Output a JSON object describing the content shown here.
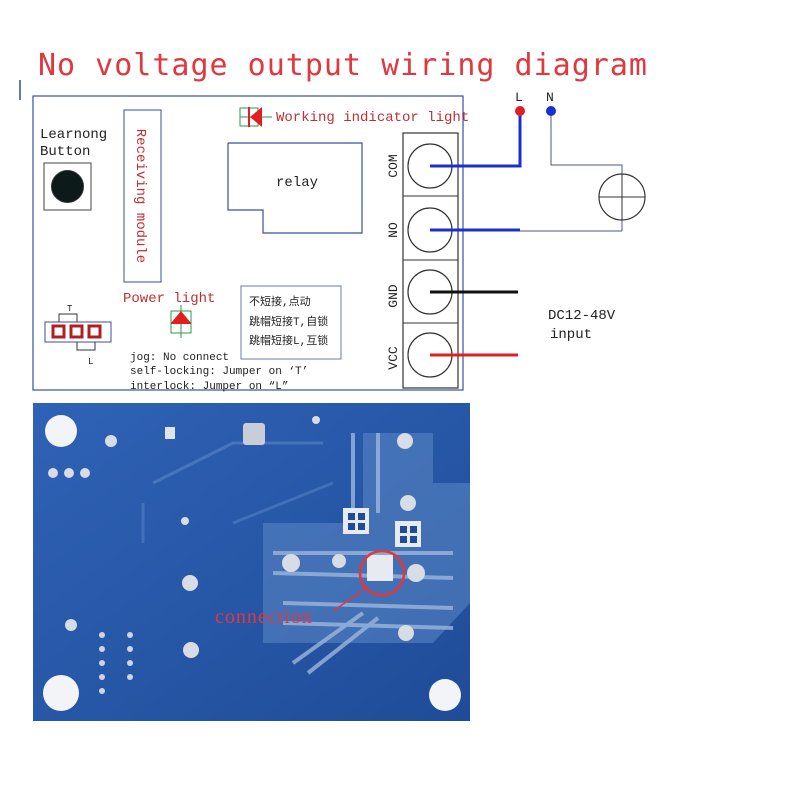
{
  "title": "No voltage output wiring diagram",
  "learn_button": {
    "line1": "Learnong",
    "line2": "Button"
  },
  "receiving_module": "Receiving module",
  "relay": "relay",
  "working_indicator": "Working indicator light",
  "power_light": "Power light",
  "jumper_labels": {
    "t": "T",
    "l": "L"
  },
  "chinese_notes": [
    "不短接,点动",
    "跳帽短接T,自锁",
    "跳帽短接L,互锁"
  ],
  "mode_notes": [
    "jog: No connect",
    "self-locking: Jumper on ‘T’",
    "interlock: Jumper on “L”"
  ],
  "terminals": [
    "COM",
    "NO",
    "GND",
    "VCC"
  ],
  "power_lines": {
    "l": "L",
    "n": "N"
  },
  "dc_input": {
    "line1": "DC12-48V",
    "line2": "input"
  },
  "photo_annotation": "connection",
  "colors": {
    "title": "#e0383e",
    "wire_blue": "#1a2fd0",
    "wire_black": "#111111",
    "wire_red": "#e02020",
    "pcb_blue": "#2456a8"
  }
}
